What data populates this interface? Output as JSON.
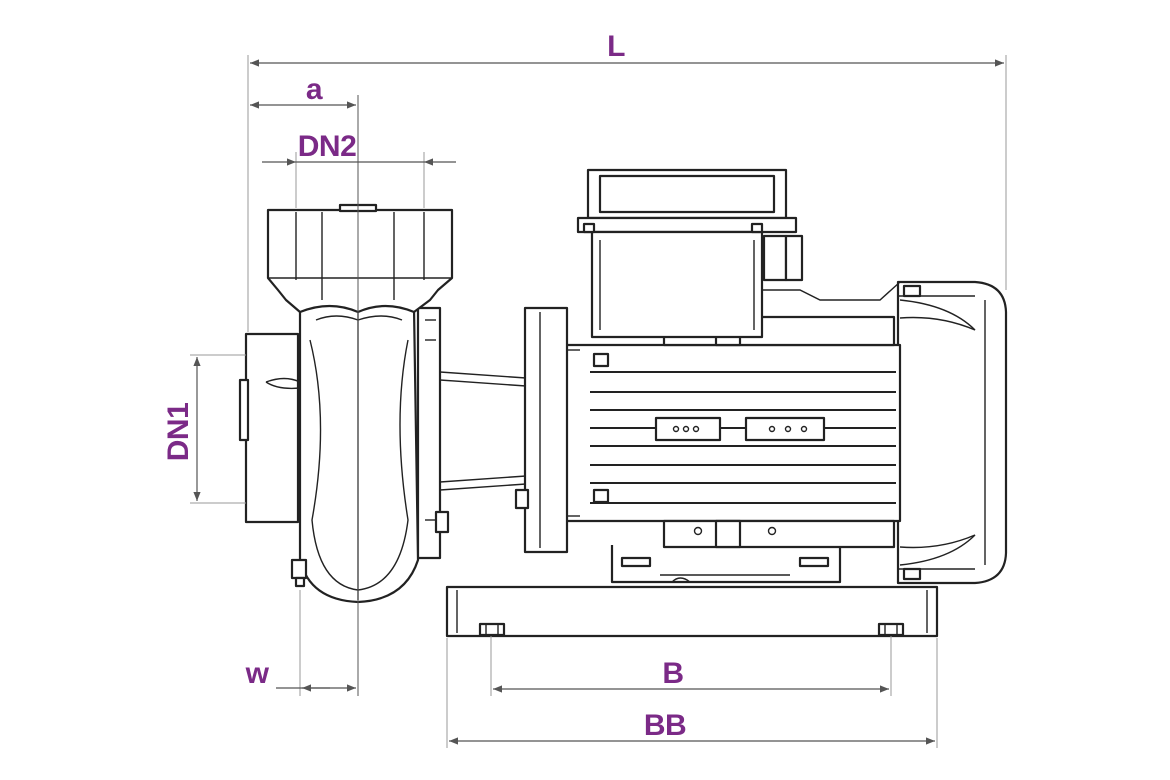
{
  "dimensions": {
    "L": "L",
    "a": "a",
    "DN2": "DN2",
    "DN1": "DN1",
    "w": "w",
    "B": "B",
    "BB": "BB"
  },
  "colors": {
    "label": "#7b2a87",
    "outline": "#222222",
    "dimension_line": "#555555"
  }
}
